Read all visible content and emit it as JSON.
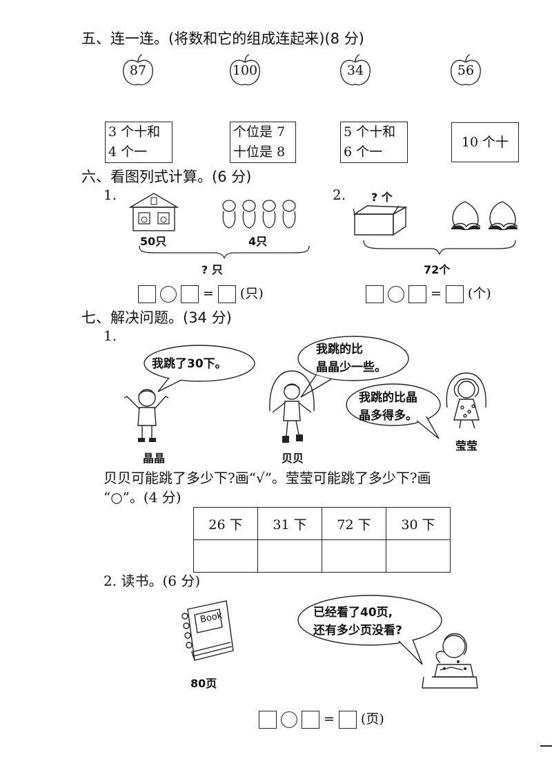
{
  "section5": {
    "heading": "五、连一连。(将数和它的组成连起来)(8 分)",
    "numbers": [
      "87",
      "100",
      "34",
      "56"
    ],
    "compositions": [
      [
        "3 个十和",
        "4 个一"
      ],
      [
        "个位是 7",
        "十位是 8"
      ],
      [
        "5 个十和",
        "6 个一"
      ],
      [
        "10 个十"
      ]
    ]
  },
  "section6": {
    "heading": "六、看图列式计算。(6 分)",
    "q1": {
      "index": "1.",
      "left_label": "50只",
      "right_label": "4只",
      "total_label": "? 只",
      "unit": "(只)"
    },
    "q2": {
      "index": "2.",
      "top_label": "? 个",
      "total_label": "72个",
      "unit": "(个)"
    },
    "eq_sign": "="
  },
  "section7": {
    "heading": "七、解决问题。(34 分)",
    "q1": {
      "index": "1.",
      "bubble_jingjing": "我跳了30下。",
      "bubble_beibei": [
        "我跳的比",
        "晶晶少一些。"
      ],
      "bubble_yingying": [
        "我跳的比晶",
        "晶多得多。"
      ],
      "name_jingjing": "晶晶",
      "name_beibei": "贝贝",
      "name_yingying": "莹莹",
      "question_line1": "贝贝可能跳了多少下?画“√”。莹莹可能跳了多少下?画",
      "question_line2": "“○”。(4 分)",
      "table_headers": [
        "26 下",
        "31 下",
        "72 下",
        "30 下"
      ]
    },
    "q2": {
      "title": "2. 读书。(6 分)",
      "book_cover": "Book",
      "book_pages": "80页",
      "bubble": [
        "已经看了40页,",
        "还有多少页没看?"
      ],
      "unit": "(页)"
    }
  }
}
